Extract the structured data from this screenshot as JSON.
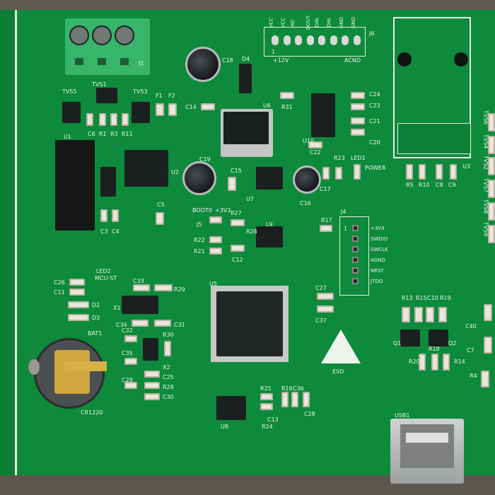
{
  "image": {
    "subject": "green-pcb-board",
    "colors": {
      "board": "#0d8a3b",
      "silkscreen": "#eef4ec",
      "chip": "#1c1f1f",
      "terminal-block": "#35b56a"
    },
    "j6_pins": [
      "VCC",
      "VCC",
      "NC",
      "DOUT",
      "DIN",
      "DIN",
      "GND",
      "GND"
    ],
    "j6_labels": {
      "left": "+12V",
      "right": "ACND",
      "ref": "J6",
      "pin1": "1"
    },
    "j4_pins": [
      "+3V3",
      "SWDIO",
      "SWCLK",
      "AGND",
      "NRST",
      "JTDO"
    ],
    "j4_labels": {
      "ref": "J4",
      "pin1": "1"
    },
    "labels": [
      "J1",
      "TVS5",
      "TVS1",
      "TVS3",
      "F1",
      "F2",
      "D4",
      "C18",
      "C14",
      "R31",
      "U6",
      "U10",
      "C24",
      "C23",
      "C21",
      "C20",
      "C22",
      "R23",
      "LED1",
      "POWER",
      "U3",
      "R5",
      "R10",
      "C8",
      "C9",
      "TVS6",
      "TVS4",
      "TVS2",
      "TVS7",
      "TVS8",
      "TVS9",
      "U1",
      "U2",
      "C6",
      "R1",
      "R3",
      "R11",
      "C5",
      "C3",
      "C4",
      "C19",
      "C15",
      "U7",
      "C16",
      "C17",
      "BOOT0",
      "+3V3",
      "J5",
      "R27",
      "R26",
      "R22",
      "R21",
      "C12",
      "L9",
      "R17",
      "LED2",
      "MCU-ST",
      "C26",
      "C11",
      "D2",
      "D3",
      "C33",
      "R29",
      "X1",
      "C34",
      "C31",
      "U5",
      "C27",
      "C37",
      "ESD",
      "BAT1",
      "CR1220",
      "C32",
      "C35",
      "C29",
      "R30",
      "X2",
      "C25",
      "R28",
      "C30",
      "R25",
      "R16",
      "C36",
      "C13",
      "C28",
      "R24",
      "U8",
      "R13",
      "R15",
      "C10",
      "R19",
      "Q1",
      "Q2",
      "R18",
      "R20",
      "R14",
      "USB1",
      "C40",
      "C7",
      "R4"
    ]
  }
}
